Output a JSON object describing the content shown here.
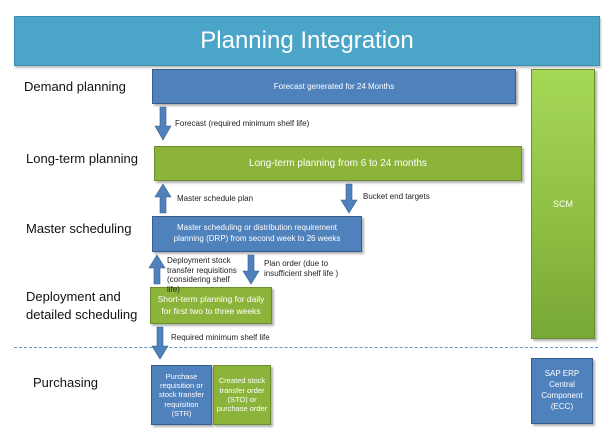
{
  "title": "Planning Integration",
  "stages": {
    "demand": "Demand planning",
    "longterm": "Long-term planning",
    "master": "Master scheduling",
    "deployment": "Deployment and detailed scheduling",
    "purchasing": "Purchasing"
  },
  "boxes": {
    "forecast": "Forecast generated for 24 Months",
    "longterm": "Long-term planning from 6 to 24 months",
    "master": "Master scheduling or distribution  requirement planning (DRP) from  second week to 26 weeks",
    "shortterm": "Short-term planning for daily for first two to three weeks",
    "purchase_req": "Purchase requisition or stock transfer requisition (STR)",
    "created_sto": "Created stock transfer order (STO) or purchase order"
  },
  "notes": {
    "forecast": "Forecast (required minimum shelf life)",
    "master_schedule": "Master schedule plan",
    "bucket": "Bucket end targets",
    "deployment_req": "Deployment stock transfer requisitions (considering shelf life)",
    "plan_order": "Plan order (due to insufficient shelf life )",
    "required": "Required  minimum shelf life"
  },
  "side": {
    "scm": "SCM",
    "sap": "SAP ERP Central Component (ECC)"
  },
  "colors": {
    "banner": "#4aa5c8",
    "blue": "#4f81bd",
    "green": "#8db43a",
    "arrow": "#4f81bd"
  }
}
